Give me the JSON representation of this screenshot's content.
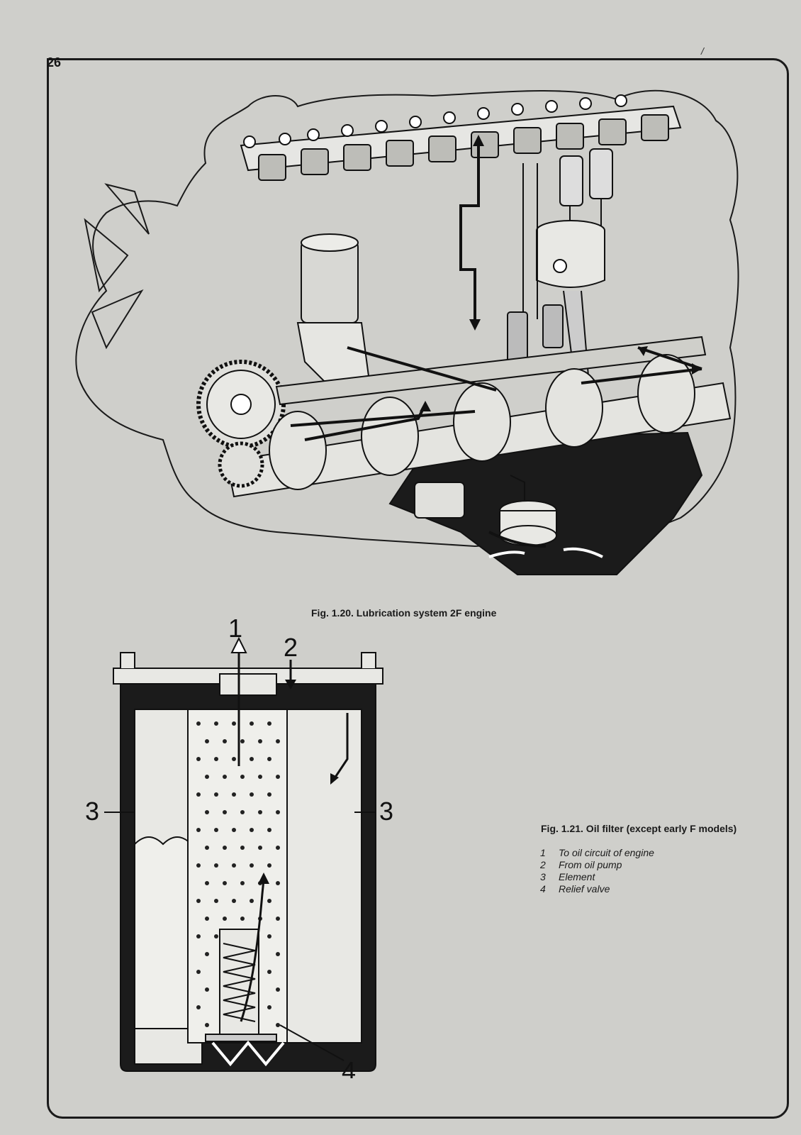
{
  "page": {
    "number": "26",
    "stray_mark": "/"
  },
  "figure_120": {
    "caption": "Fig. 1.20. Lubrication system 2F engine",
    "illustration_icon": "engine-lubrication-cutaway"
  },
  "figure_121": {
    "caption": "Fig. 1.21. Oil filter (except early F models)",
    "illustration_icon": "oil-filter-cutaway",
    "callouts": [
      "1",
      "2",
      "3",
      "3",
      "4"
    ],
    "legend": [
      {
        "num": "1",
        "text": "To oil circuit of engine"
      },
      {
        "num": "2",
        "text": "From oil pump"
      },
      {
        "num": "3",
        "text": "Element"
      },
      {
        "num": "4",
        "text": "Relief valve"
      }
    ]
  }
}
